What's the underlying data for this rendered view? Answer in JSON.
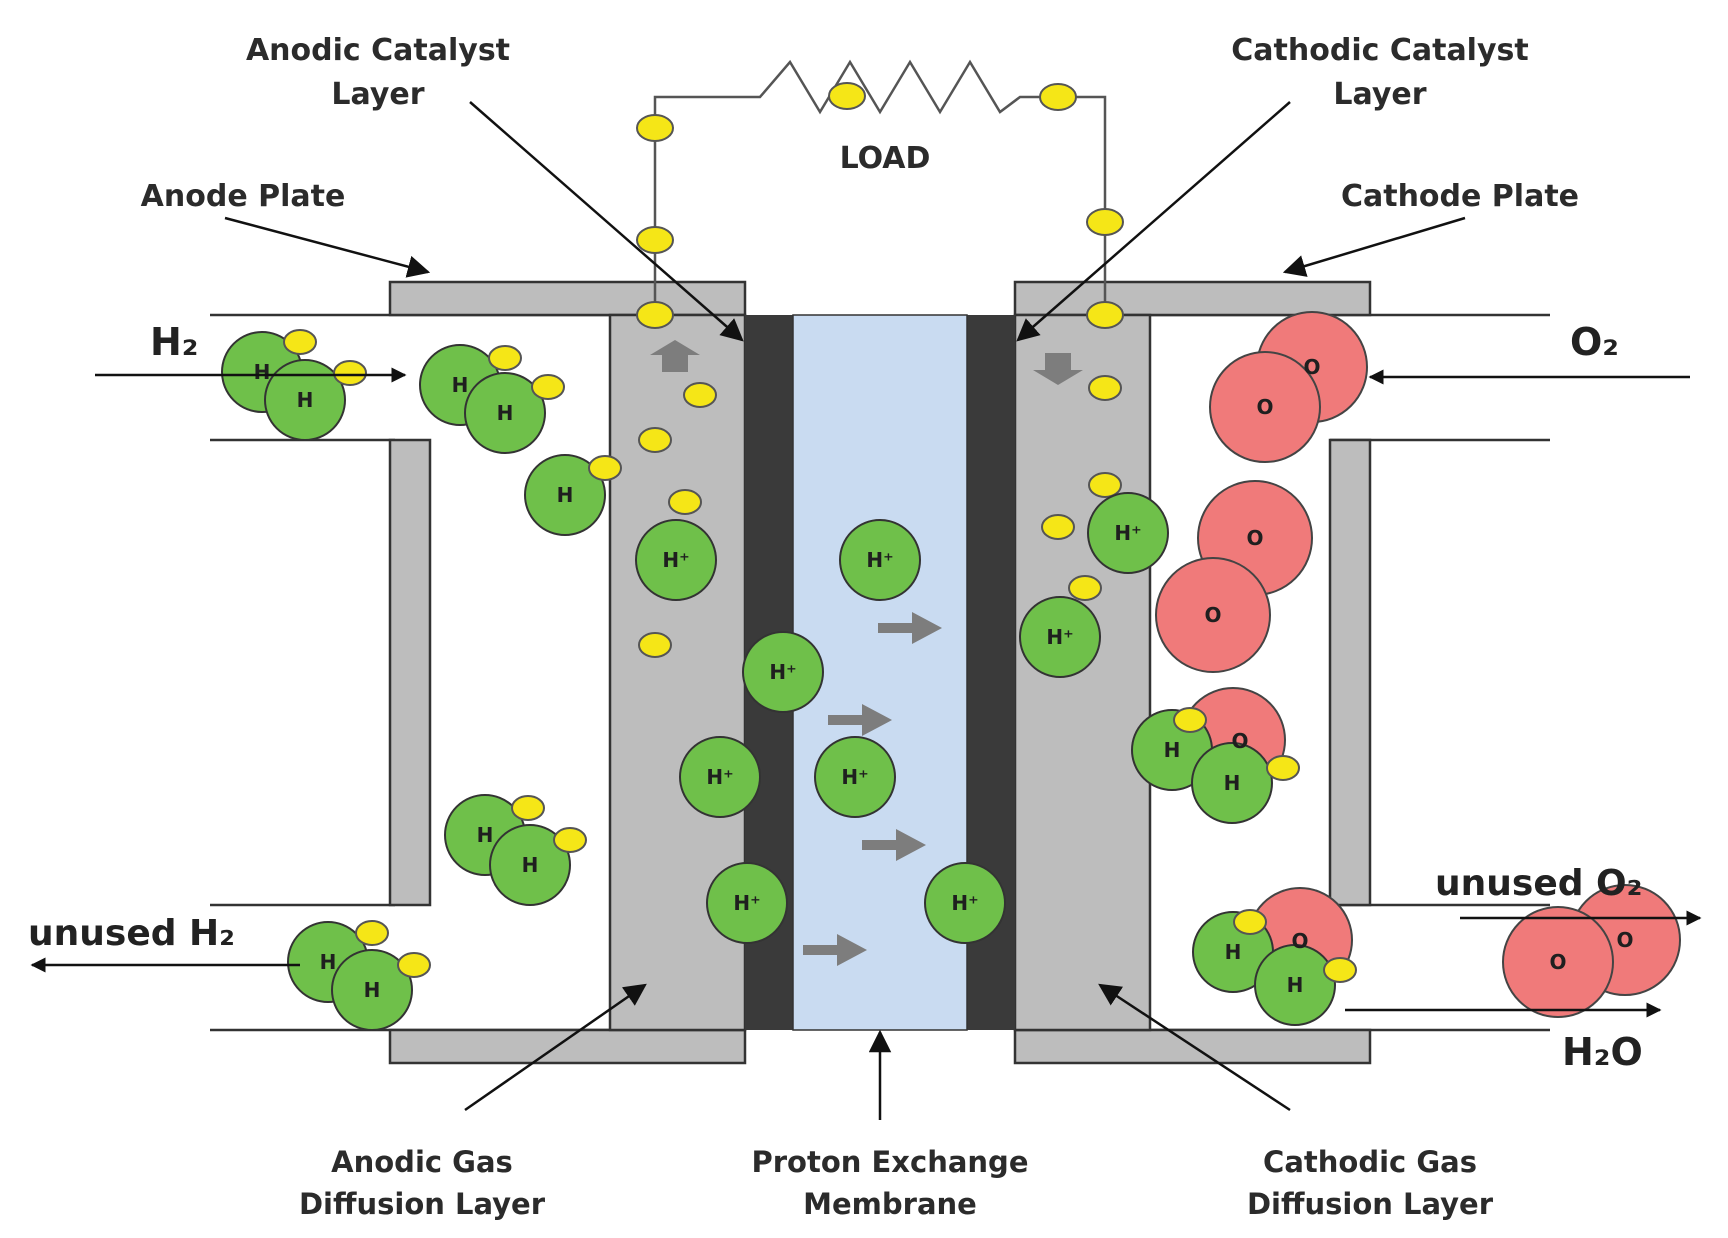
{
  "labels": {
    "anodic_catalyst": [
      "Anodic Catalyst",
      "Layer"
    ],
    "cathodic_catalyst": [
      "Cathodic Catalyst",
      "Layer"
    ],
    "load": "LOAD",
    "anode_plate": "Anode Plate",
    "cathode_plate": "Cathode Plate",
    "anodic_gdl": [
      "Anodic Gas",
      "Diffusion Layer"
    ],
    "pem": [
      "Proton Exchange",
      "Membrane"
    ],
    "cathodic_gdl": [
      "Cathodic Gas",
      "Diffusion Layer"
    ]
  },
  "flows": {
    "h2_in": "H₂",
    "o2_in": "O₂",
    "unused_h2": "unused H₂",
    "unused_o2": "unused O₂",
    "h2o_out": "H₂O"
  },
  "atoms": {
    "hydrogen": "H",
    "proton": "H⁺",
    "oxygen": "O"
  },
  "colors": {
    "hydrogen": "#6fc04a",
    "oxygen": "#f07a7a",
    "electron": "#f5e617",
    "plate": "#bdbdbd",
    "catalyst": "#3a3a3a",
    "membrane": "#c9dbf1",
    "arrow_gray": "#7d7d7d"
  }
}
